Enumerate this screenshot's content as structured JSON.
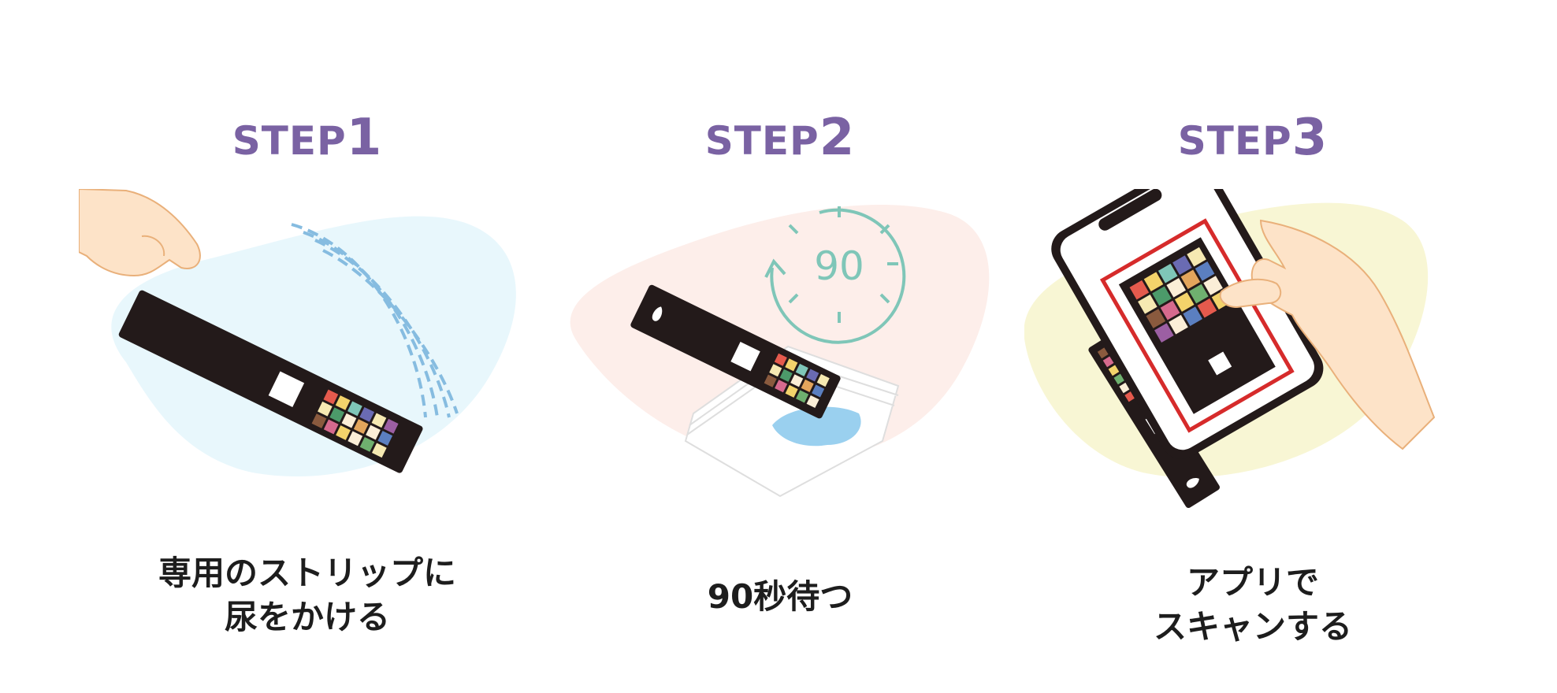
{
  "steps": [
    {
      "label": "STEP",
      "number": "1",
      "caption": [
        "専用のストリップに",
        "尿をかける"
      ]
    },
    {
      "label": "STEP",
      "number": "2",
      "caption": [
        "90秒待つ"
      ],
      "timer_value": "90"
    },
    {
      "label": "STEP",
      "number": "3",
      "caption": [
        "アプリで",
        "スキャンする"
      ]
    }
  ],
  "colors": {
    "title": "#7a62a3",
    "blob1": "#e8f7fc",
    "blob2": "#fdeeea",
    "blob3": "#f8f6d4",
    "strip": "#231a1a",
    "skin": "#fde3c8",
    "timer": "#7fc6b8"
  }
}
